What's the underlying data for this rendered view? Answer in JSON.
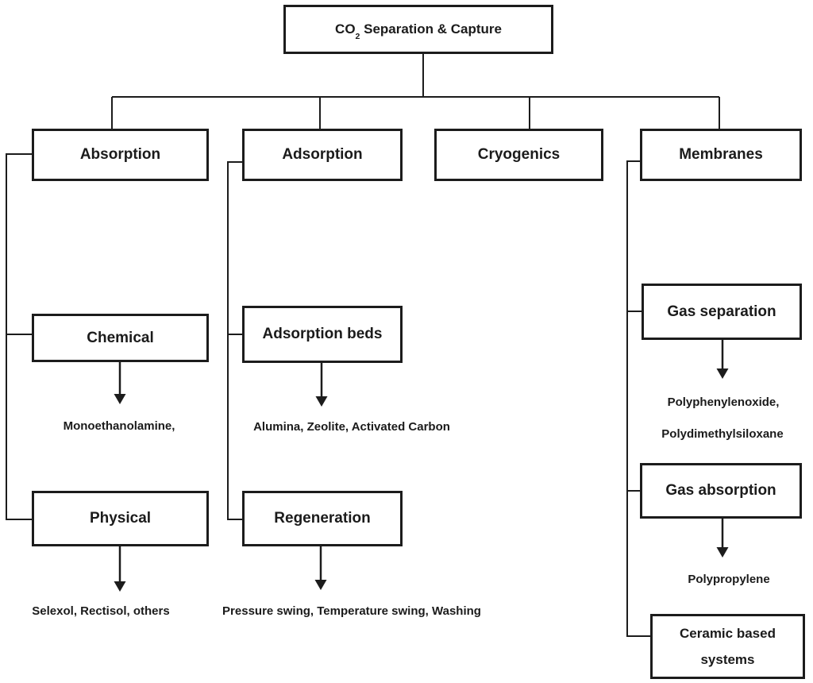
{
  "root": {
    "text_main": "CO",
    "text_sub": "2",
    "text_rest": " Separation & Capture"
  },
  "level1": {
    "absorption": "Absorption",
    "adsorption": "Adsorption",
    "cryogenics": "Cryogenics",
    "membranes": "Membranes"
  },
  "absorption": {
    "chemical_label": "Chemical",
    "chemical_examples": "Monoethanolamine,",
    "physical_label": "Physical",
    "physical_examples": "Selexol, Rectisol, others"
  },
  "adsorption": {
    "beds_label": "Adsorption beds",
    "beds_examples": "Alumina, Zeolite, Activated Carbon",
    "regeneration_label": "Regeneration",
    "regeneration_examples": "Pressure swing, Temperature swing, Washing"
  },
  "membranes": {
    "gas_separation_label": "Gas separation",
    "gas_separation_examples_line1": "Polyphenylenoxide,",
    "gas_separation_examples_line2": "Polydimethylsiloxane",
    "gas_absorption_label": "Gas absorption",
    "gas_absorption_examples": "Polypropylene",
    "ceramic_line1": "Ceramic based",
    "ceramic_line2": "systems"
  },
  "colors": {
    "line": "#1c1c1c",
    "box_border": "#1c1c1c",
    "text": "#1b1b1b",
    "background": "#ffffff"
  }
}
